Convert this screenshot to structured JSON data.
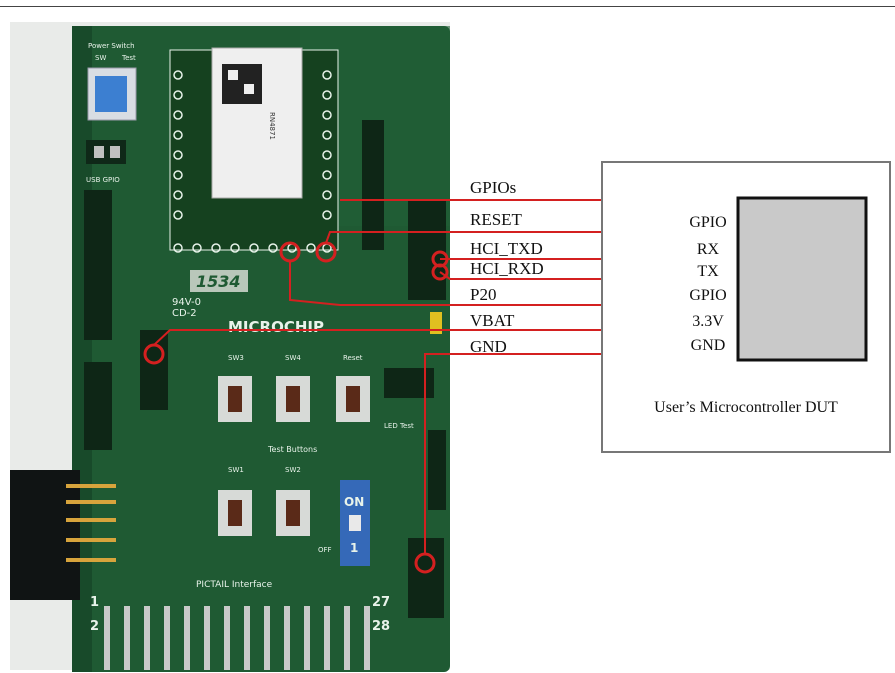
{
  "board": {
    "brand": "MICROCHIP",
    "date_code": "1534",
    "cert": "94V-0",
    "cert2": "CD-2",
    "edge_label": "PICTAIL Interface",
    "pin_start_top": "1",
    "pin_start_bottom": "2",
    "pin_end_top": "27",
    "pin_end_bottom": "28",
    "power_switch_label": "Power Switch",
    "switch_sw_label": "SW",
    "switch_test_label": "Test",
    "test_buttons_label": "Test Buttons",
    "usb_gpio_label": "USB GPIO",
    "dip_on": "ON",
    "dip_num": "1",
    "dip_off": "OFF",
    "reset_label": "Reset",
    "led_test_label": "LED Test",
    "sw3_label": "SW3",
    "sw4_label": "SW4",
    "sw1_label": "SW1",
    "sw2_label": "SW2",
    "module_text": "RN4871"
  },
  "signals": [
    {
      "label": "GPIOs"
    },
    {
      "label": "RESET"
    },
    {
      "label": "HCI_TXD"
    },
    {
      "label": "HCI_RXD"
    },
    {
      "label": "P20"
    },
    {
      "label": "VBAT"
    },
    {
      "label": "GND"
    }
  ],
  "mcu": {
    "title": "User’s Microcontroller DUT",
    "pins": [
      "GPIO",
      "RX",
      "TX",
      "GPIO",
      "3.3V",
      "GND"
    ]
  },
  "colors": {
    "wire": "#d42020",
    "pcb": "#1f5a33",
    "pcb_dark": "#123a22",
    "chip": "#c9c9c9"
  }
}
